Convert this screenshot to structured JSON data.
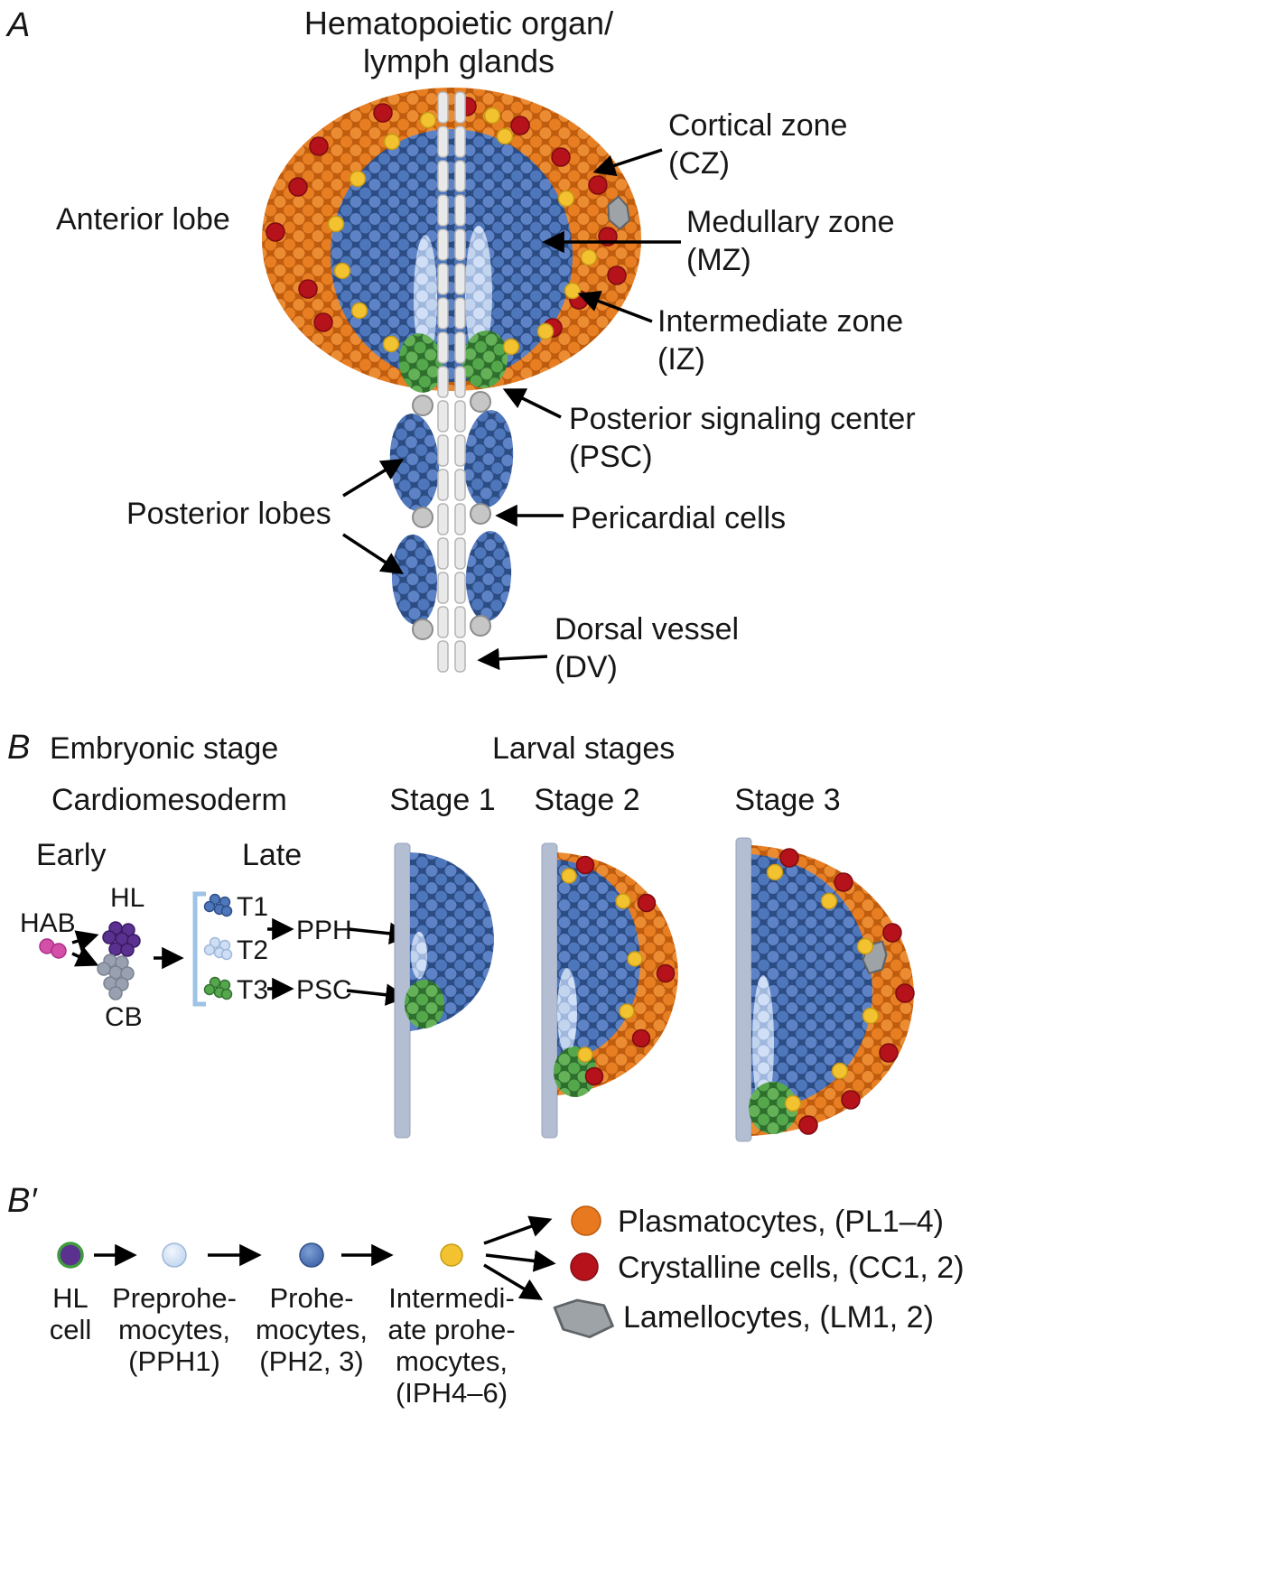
{
  "panelA": {
    "label": "A",
    "title_lines": [
      "Hematopoietic organ/",
      "lymph glands"
    ],
    "anterior_lobe": "Anterior lobe",
    "cortical_zone": [
      "Cortical zone",
      "(CZ)"
    ],
    "medullary_zone": [
      "Medullary zone",
      "(MZ)"
    ],
    "intermediate_zone": [
      "Intermediate zone",
      "(IZ)"
    ],
    "psc": [
      "Posterior signaling center",
      "(PSC)"
    ],
    "posterior_lobes": "Posterior lobes",
    "pericardial_cells": "Pericardial cells",
    "dorsal_vessel": [
      "Dorsal vessel",
      "(DV)"
    ]
  },
  "panelB": {
    "label": "B",
    "embryonic_stage": "Embryonic stage",
    "larval_stages": "Larval stages",
    "cardiomesoderm": "Cardiomesoderm",
    "stage_labels": [
      "Stage 1",
      "Stage 2",
      "Stage 3"
    ],
    "early": "Early",
    "late": "Late",
    "hab": "HAB",
    "hl": "HL",
    "cb": "CB",
    "t_labels": [
      "T1",
      "T2",
      "T3"
    ],
    "pph": "PPH",
    "psc": "PSC"
  },
  "panelBprime": {
    "label": "B′",
    "cell_stages": [
      {
        "name": [
          "HL",
          "cell"
        ]
      },
      {
        "name": [
          "Preprohe-",
          "mocytes,",
          "(PPH1)"
        ]
      },
      {
        "name": [
          "Prohe-",
          "mocytes,",
          "(PH2, 3)"
        ]
      },
      {
        "name": [
          "Intermedi-",
          "ate prohe-",
          "mocytes,",
          "(IPH4–6)"
        ]
      }
    ],
    "legend": [
      {
        "label": "Plasmatocytes, (PL1–4)",
        "color": "#E8791F"
      },
      {
        "label": "Crystalline cells, (CC1, 2)",
        "color": "#B5121B"
      },
      {
        "label": "Lamellocytes, (LM1, 2)",
        "color": "#9EA3A8"
      }
    ]
  },
  "colors": {
    "cortical_orange": "#E8791F",
    "crystal_red": "#B5121B",
    "intermediate_yellow": "#F2C230",
    "medullary_blue": "#4E76BB",
    "preprohemocyte_pale": "#CFDEF4",
    "psc_green": "#55A74C",
    "lamellocyte_gray": "#9EA3A8",
    "hab_magenta": "#D44FA8",
    "hl_purple": "#5B3190",
    "cb_gray": "#99A1B1",
    "vessel_gray": "#E9E9E9"
  }
}
